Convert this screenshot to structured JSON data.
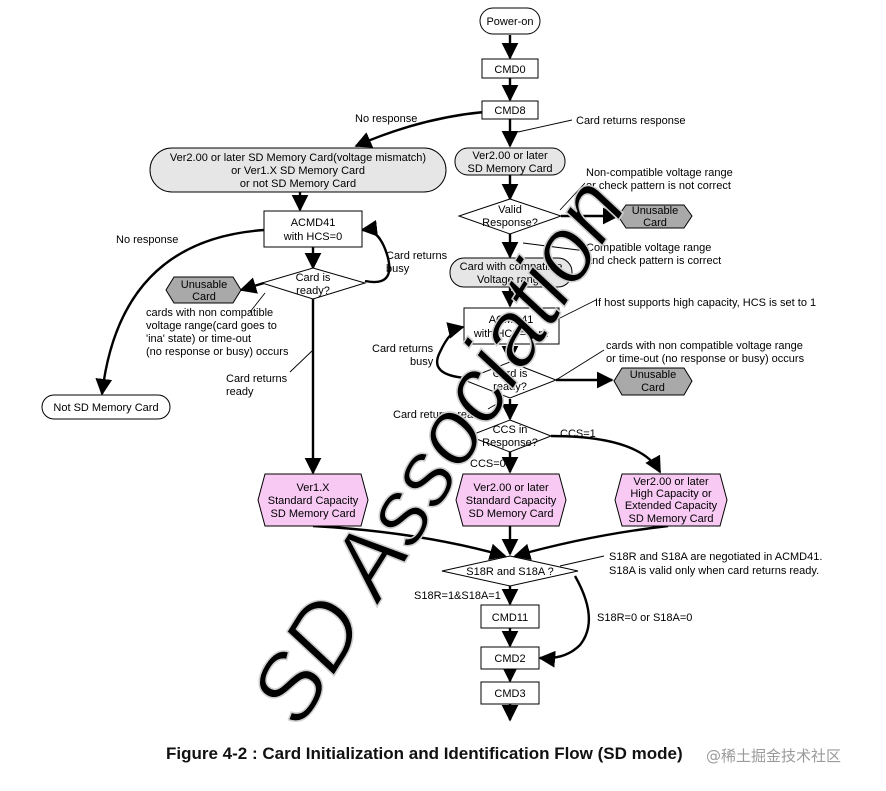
{
  "watermark": "SD Association",
  "caption": "Figure 4-2 : Card Initialization and Identification Flow (SD mode)",
  "credit": "@稀土掘金技术社区",
  "nodes": {
    "power_on": "Power-on",
    "cmd0": "CMD0",
    "cmd8": "CMD8",
    "left_card": [
      "Ver2.00 or later SD Memory Card(voltage mismatch)",
      "or Ver1.X SD Memory Card",
      "or not SD Memory Card"
    ],
    "right_card": [
      "Ver2.00 or later",
      "SD Memory Card"
    ],
    "valid_response": [
      "Valid",
      "Response?"
    ],
    "unusable_top": [
      "Unusable",
      "Card"
    ],
    "compat_card": [
      "Card with compatible",
      "Voltage range"
    ],
    "acmd41_left": [
      "ACMD41",
      "with HCS=0"
    ],
    "ready_left": [
      "Card is",
      "ready?"
    ],
    "unusable_left": [
      "Unusable",
      "Card"
    ],
    "not_sd": "Not SD Memory Card",
    "acmd41_right": [
      "ACMD41",
      "with HCS=0or1"
    ],
    "ready_right": [
      "Card is",
      "ready?"
    ],
    "unusable_mid": [
      "Unusable",
      "Card"
    ],
    "ccs": [
      "CCS in",
      "Response?"
    ],
    "ver1x": [
      "Ver1.X",
      "Standard Capacity",
      "SD Memory Card"
    ],
    "ver2_std": [
      "Ver2.00 or later",
      "Standard Capacity",
      "SD Memory Card"
    ],
    "ver2_high": [
      "Ver2.00 or later",
      "High Capacity or",
      "Extended Capacity",
      "SD Memory Card"
    ],
    "s18": "S18R and S18A ?",
    "cmd11": "CMD11",
    "cmd2": "CMD2",
    "cmd3": "CMD3"
  },
  "labels": {
    "no_response_top": "No response",
    "card_returns_response": "Card returns response",
    "noncompat": [
      "Non-compatible voltage range",
      "or check pattern is not correct"
    ],
    "compat": [
      "Compatible voltage range",
      "and check pattern is correct"
    ],
    "no_response_left": "No response",
    "busy_left": [
      "Card returns",
      "busy"
    ],
    "noncompat_left": [
      "cards with non compatible",
      "voltage range(card goes to",
      "'ina' state) or time-out",
      "(no response or busy) occurs"
    ],
    "ready_left": [
      "Card returns",
      "ready"
    ],
    "hcs": "If host supports high capacity, HCS is set to  1",
    "busy_right": [
      "Card returns",
      "busy"
    ],
    "noncompat_right": [
      "cards with non compatible voltage range",
      "or time-out (no response or busy) occurs"
    ],
    "ready_right": "Card returns ready",
    "ccs1": "CCS=1",
    "ccs0": "CCS=0",
    "s18_note": [
      "S18R and S18A are negotiated in ACMD41.",
      "S18A is valid only when card returns ready."
    ],
    "s18_yes": "S18R=1&S18A=1",
    "s18_no": "S18R=0 or S18A=0"
  },
  "colors": {
    "oval_gray": "#e6e6e6",
    "unusable_gray": "#a9a9a9",
    "pink": "#f7c9f3",
    "line": "#000000",
    "watermark": "#d0d0d0"
  }
}
